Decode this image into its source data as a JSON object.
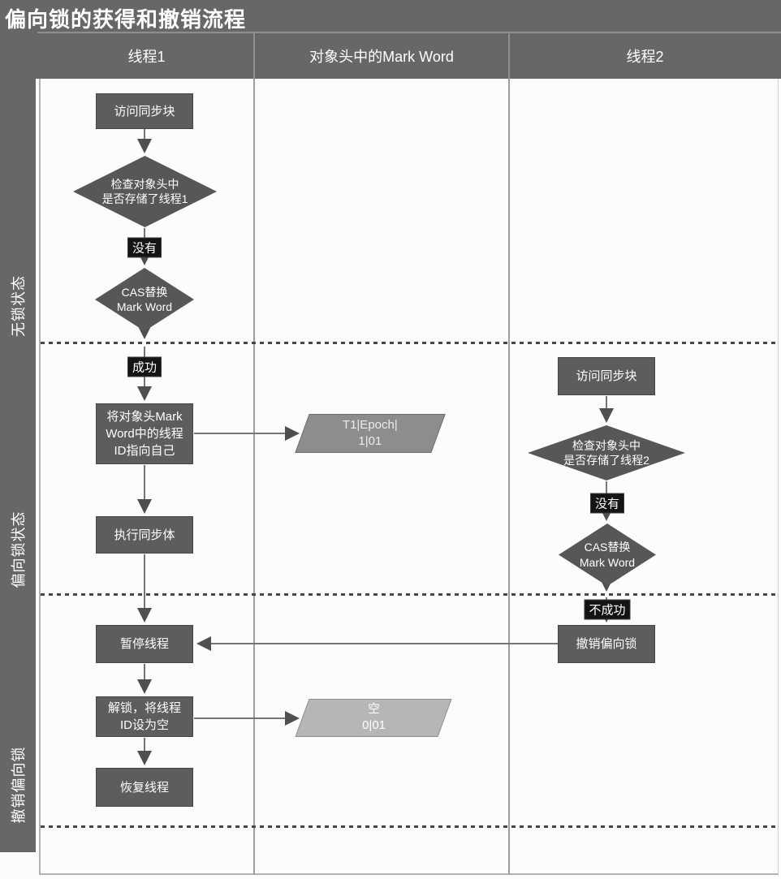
{
  "title": "偏向锁的获得和撤销流程",
  "lanes": {
    "thread1": "线程1",
    "markword": "对象头中的Mark Word",
    "thread2": "线程2"
  },
  "sections": {
    "lockfree": "无锁状态",
    "biased": "偏向锁状态",
    "revoke": "撤销偏向锁"
  },
  "thread1": {
    "access": "访问同步块",
    "check": "检查对象头中\n是否存储了线程1",
    "no": "没有",
    "cas": "CAS替换\nMark Word",
    "success": "成功",
    "set_id": "将对象头Mark\nWord中的线程\nID指向自己",
    "execute": "执行同步体",
    "pause": "暂停线程",
    "unlock": "解锁，将线程\nID设为空",
    "resume": "恢复线程"
  },
  "markword": {
    "biased": "T1|Epoch|\n1|01",
    "empty": "空\n0|01"
  },
  "thread2": {
    "access": "访问同步块",
    "check": "检查对象头中\n是否存储了线程2",
    "no": "没有",
    "cas": "CAS替换\nMark Word",
    "fail": "不成功",
    "revoke": "撤销偏向锁"
  },
  "colors": {
    "band": "#676767",
    "node": "#5d5d5d",
    "diamond": "#575757",
    "parallelogram_biased": "#8d8d8d",
    "parallelogram_empty": "#b6b6b6",
    "tag_bg": "#141414",
    "arrow": "#757575",
    "body_bg": "#fcfcfc"
  }
}
